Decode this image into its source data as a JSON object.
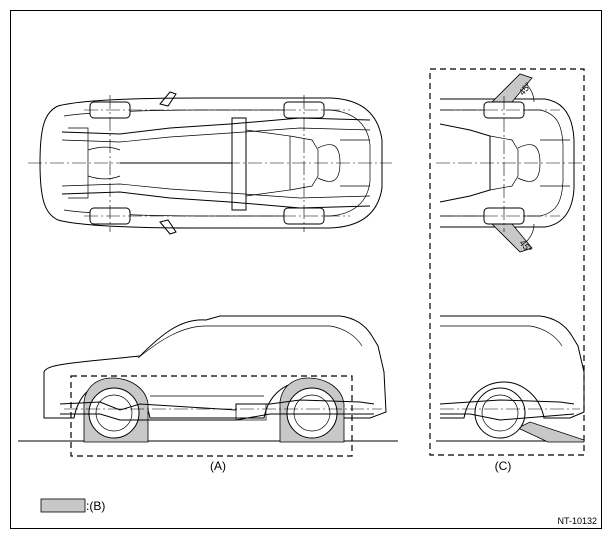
{
  "labels": {
    "region_a": "(A)",
    "region_c": "(C)",
    "legend_b": ":(B)",
    "angle_top": "45°",
    "angle_bottom": "45°",
    "figure_id": "NT-10132"
  },
  "colors": {
    "shade": "#c8c8c8",
    "line": "#000000"
  }
}
